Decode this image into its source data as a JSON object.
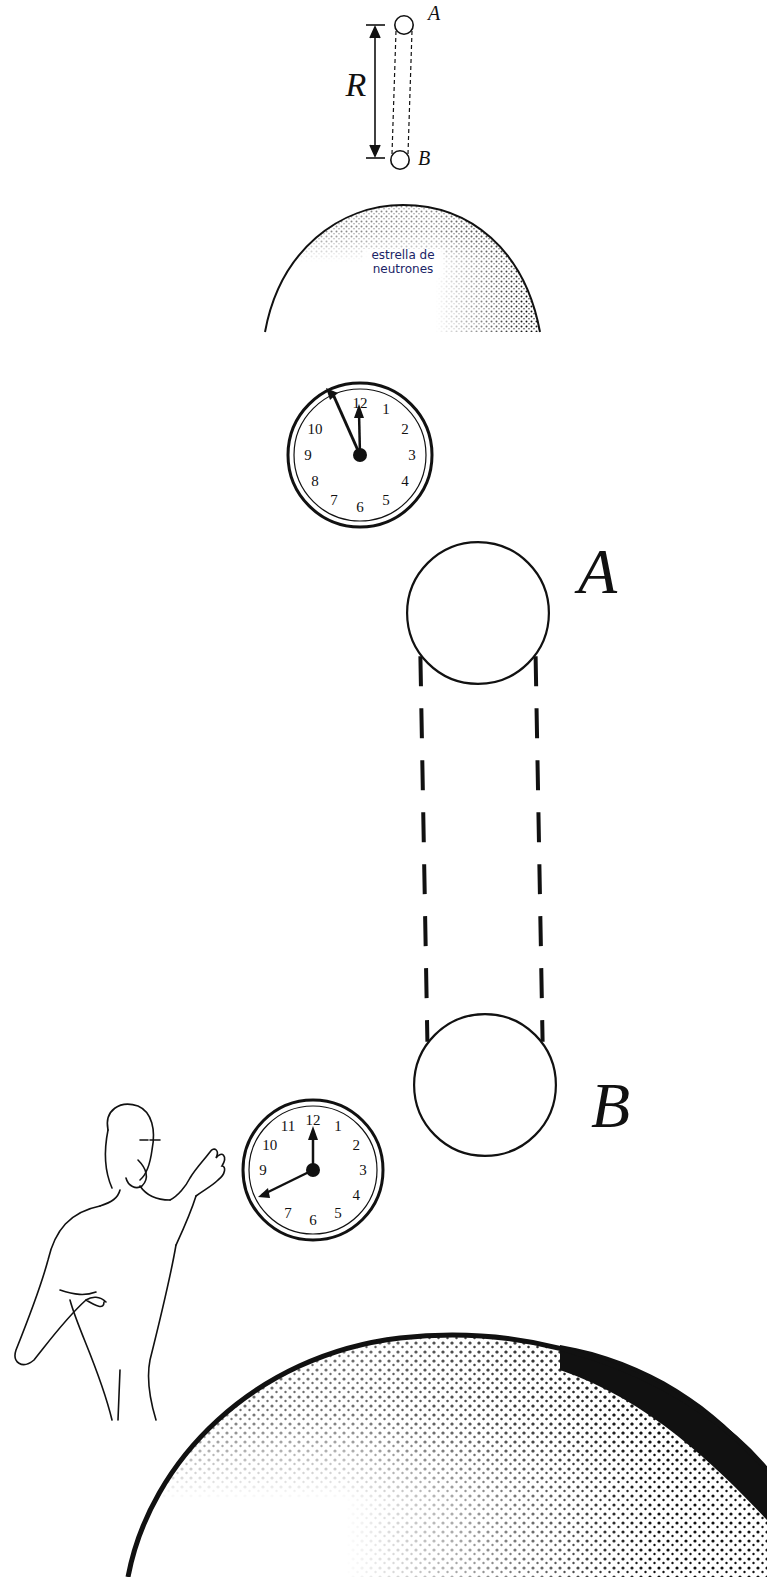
{
  "diagram": {
    "nodes": [
      {
        "text": [
          "A"
        ]
      },
      {
        "text": [
          "B"
        ]
      },
      {
        "text": [
          "estrella de neutrones"
        ]
      },
      {
        "text": [
          "A"
        ]
      },
      {
        "text": [
          "B"
        ]
      }
    ],
    "edges": [
      {
        "from": 0,
        "to": 1,
        "arrow": "none"
      },
      {
        "from": 3,
        "to": 4,
        "arrow": "none"
      }
    ],
    "labels": [
      "R",
      "12",
      "1",
      "2",
      "3",
      "4",
      "5",
      "6",
      "7",
      "8",
      "9",
      "10",
      "11",
      "12",
      "1",
      "2",
      "3",
      "4",
      "5",
      "6",
      "7",
      "9",
      "10"
    ]
  }
}
